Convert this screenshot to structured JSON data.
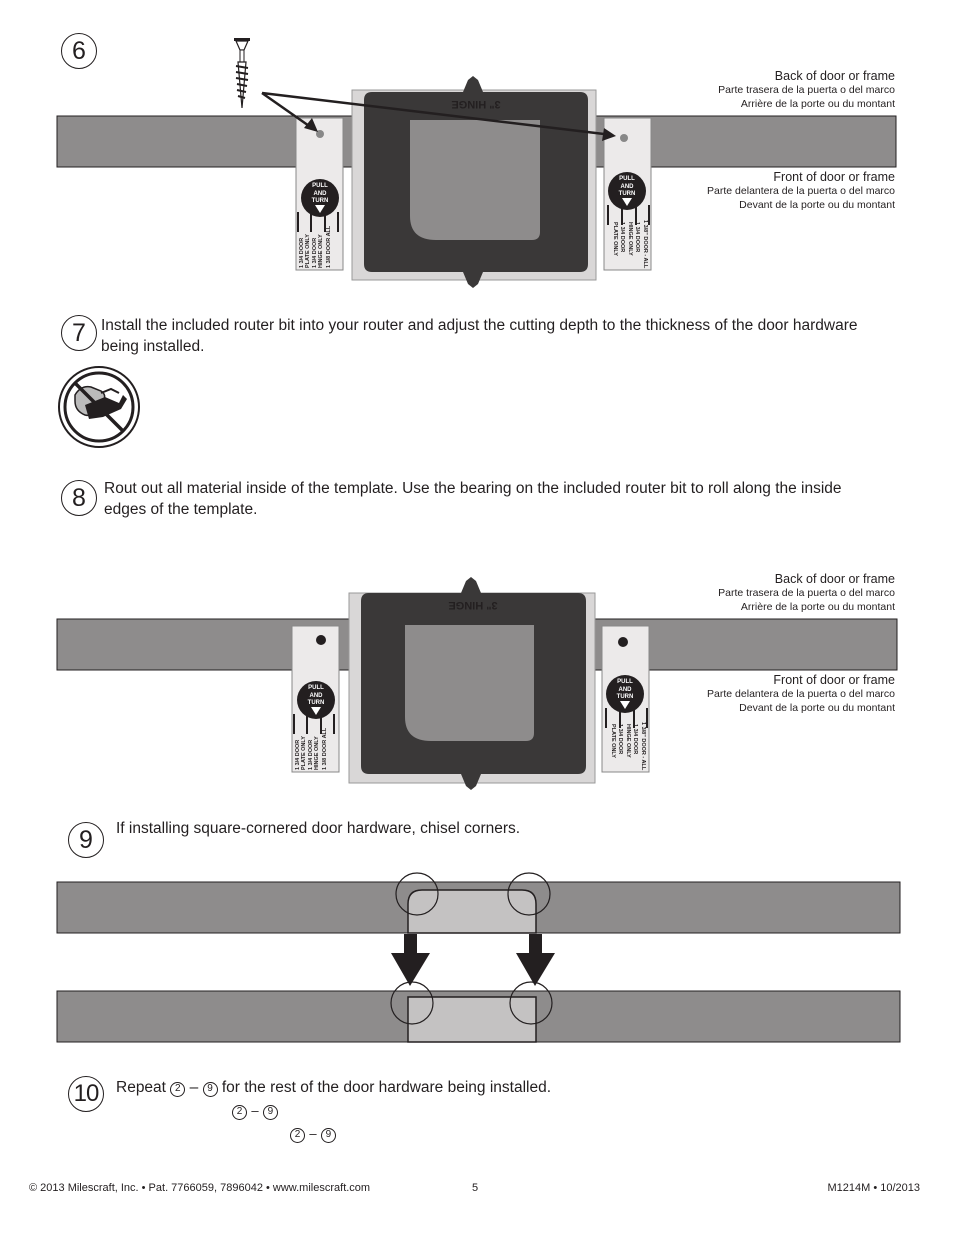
{
  "steps": {
    "s6": {
      "number": "6"
    },
    "s7": {
      "number": "7",
      "text": "Install the included router bit into your router and adjust the cutting depth to the thickness of the door hardware being installed."
    },
    "s8": {
      "number": "8",
      "text": "Rout out all material inside of the template. Use the bearing on the included router bit to roll along the inside edges of the template."
    },
    "s9": {
      "number": "9",
      "text": "If installing square-cornered door hardware, chisel corners."
    },
    "s10": {
      "number": "10",
      "text_before": "Repeat",
      "from": "2",
      "dash": "–",
      "to": "9",
      "text_after": "for the rest of the door hardware being installed."
    }
  },
  "labels": {
    "back_en": "Back of door or frame",
    "back_es": "Parte trasera de la puerta o del marco",
    "back_fr": "Arrière de la porte ou du montant",
    "front_en": "Front of door or frame",
    "front_es": "Parte delantera de la puerta o del marco",
    "front_fr": "Devant de la porte ou du montant"
  },
  "template": {
    "hinge_label": "3\" HINGE",
    "pull_line1": "PULL",
    "pull_line2": "AND",
    "pull_line3": "TURN",
    "left_strip": [
      "1 3/4 DOOR",
      "PLATE ONLY",
      "1 3/4 DOOR",
      "HINGE ONLY",
      "1 3/8 DOOR ALL"
    ],
    "right_strip": [
      "1 3/8\" DOOR - ALL",
      "1 3/4 DOOR",
      "HINGE ONLY",
      "1 3/4 DOOR",
      "PLATE ONLY"
    ]
  },
  "footer": {
    "left": "© 2013 Milescraft, Inc. • Pat. 7766059, 7896042 • www.milescraft.com",
    "center": "5",
    "right": "M1214M • 10/2013"
  },
  "colors": {
    "board_gray": "#8e8c8c",
    "template_dark": "#3a3838",
    "routed_light": "#c4c2c2",
    "ink": "#231f20"
  }
}
